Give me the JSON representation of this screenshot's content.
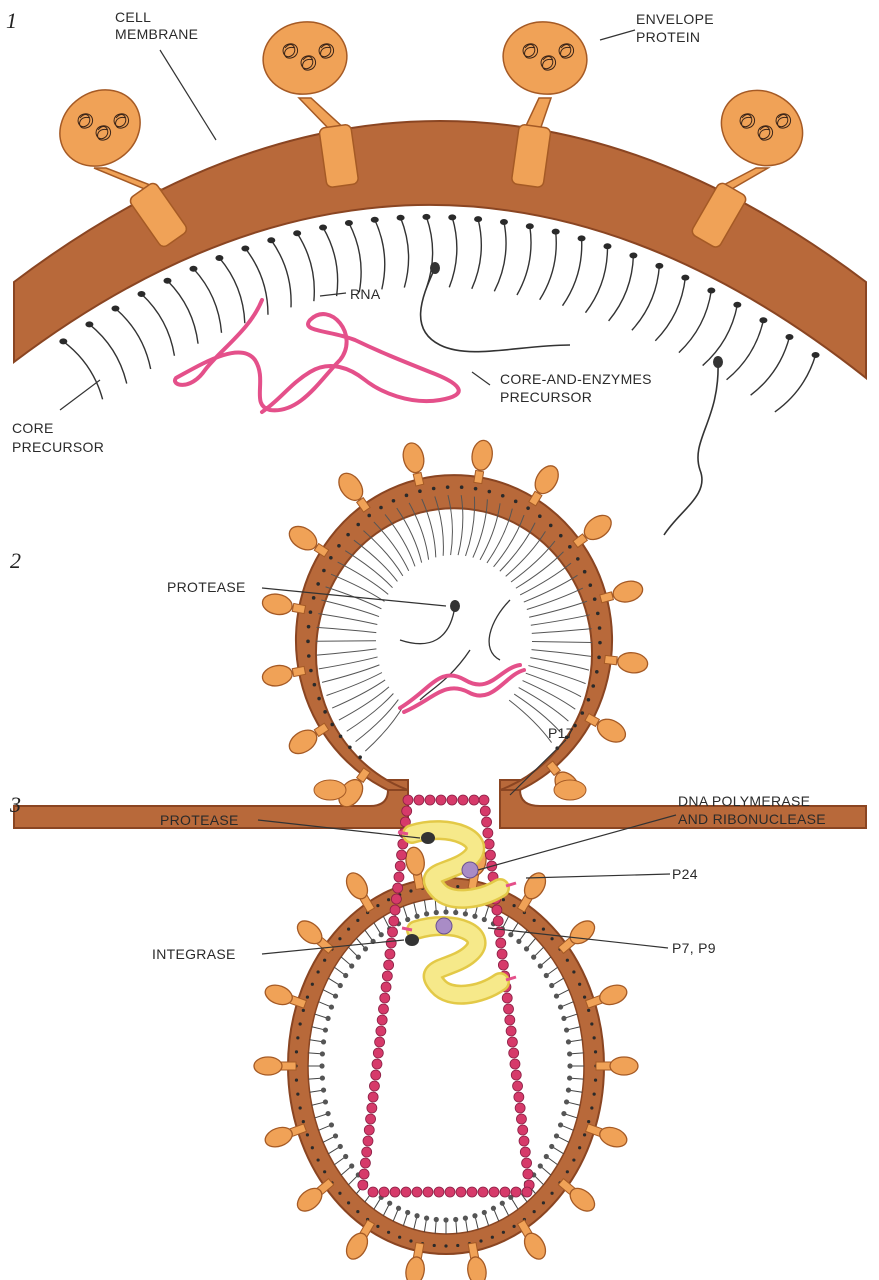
{
  "panels": {
    "p1": {
      "number": "1"
    },
    "p2": {
      "number": "2"
    },
    "p3": {
      "number": "3"
    }
  },
  "labels": {
    "cell_membrane": [
      "CELL",
      "MEMBRANE"
    ],
    "envelope_protein": [
      "ENVELOPE",
      "PROTEIN"
    ],
    "rna": "RNA",
    "core_enzymes": [
      "CORE-AND-ENZYMES",
      "PRECURSOR"
    ],
    "core_precursor": [
      "CORE",
      "PRECURSOR"
    ],
    "protease_2": "PROTEASE",
    "p17": "P17",
    "protease_3": "PROTEASE",
    "dna_polymerase": [
      "DNA POLYMERASE",
      "AND RIBONUCLEASE"
    ],
    "p24": "P24",
    "integrase": "INTEGRASE",
    "p7p9": "P7, P9"
  },
  "colors": {
    "membrane": "#b8693a",
    "membrane_dark": "#8a4522",
    "protein": "#f0a257",
    "protein_edge": "#a55a25",
    "rna": "#e4508a",
    "core_bead": "#d63a6a",
    "p7p9": "#f3e27a",
    "enzyme": "#a98cc6",
    "line": "#333333"
  }
}
